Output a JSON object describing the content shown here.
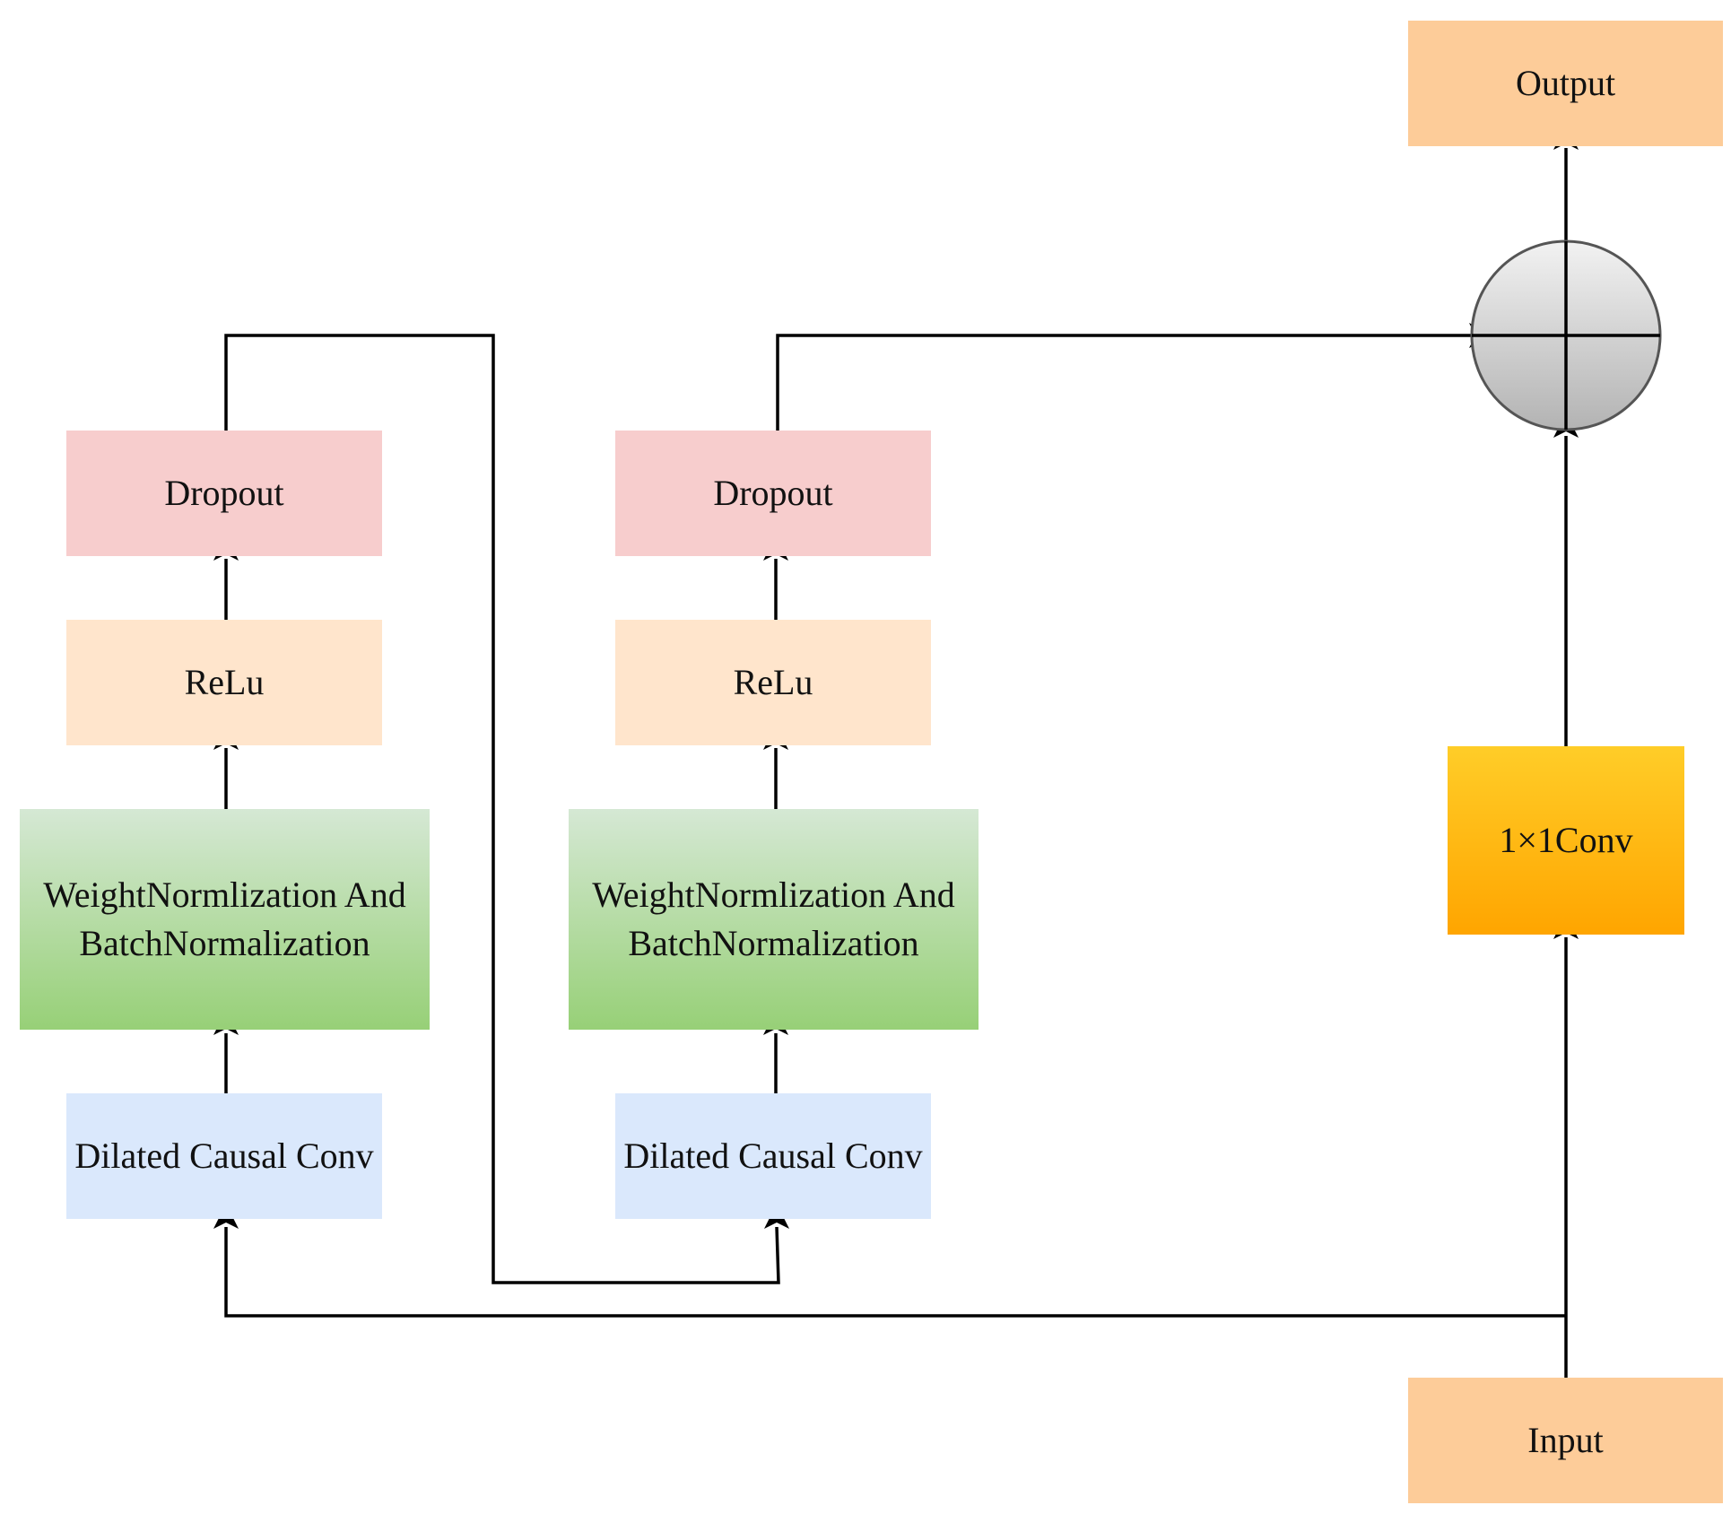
{
  "output": {
    "label": "Output"
  },
  "input": {
    "label": "Input"
  },
  "conv1x1": {
    "label": "1×1Conv"
  },
  "blocks": [
    {
      "dropout": "Dropout",
      "relu": "ReLu",
      "norm_line1": "WeightNormlization And",
      "norm_line2": "BatchNormalization",
      "dilated": "Dilated Causal Conv"
    },
    {
      "dropout": "Dropout",
      "relu": "ReLu",
      "norm_line1": "WeightNormlization And",
      "norm_line2": "BatchNormalization",
      "dilated": "Dilated Causal Conv"
    }
  ],
  "add_node": {
    "icon": "plus-circle-icon"
  }
}
